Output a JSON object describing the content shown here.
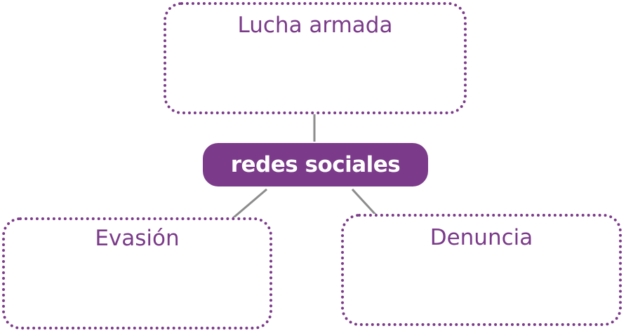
{
  "diagram": {
    "center": {
      "label": "redes sociales"
    },
    "branches": [
      {
        "label": "Lucha armada"
      },
      {
        "label": "Evasión"
      },
      {
        "label": "Denuncia"
      }
    ]
  },
  "colors": {
    "accent": "#7b3a8a",
    "connector": "#8c8c8c",
    "text_on_accent": "#ffffff"
  }
}
